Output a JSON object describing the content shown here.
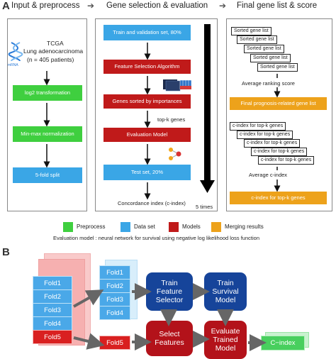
{
  "panel_a": {
    "letter": "A",
    "headers": [
      "Input & preprocess",
      "Gene selection & evaluation",
      "Final gene list & score"
    ],
    "header_arrow": "➔",
    "col1": {
      "tcga": "TCGA",
      "dataset": "Lung adenocarcinoma",
      "patients": "(n = 405 patients)",
      "mrna_label": "mRNA",
      "steps": [
        "log2 transformation",
        "Min-max normalization",
        "5-fold split"
      ]
    },
    "col2": {
      "train_val": "Train and validation set, 80%",
      "feature_sel": "Feature Selection Algorithm",
      "genes_sorted": "Genes sorted by importances",
      "topk": "top-k genes",
      "eval_model": "Evaluation Model",
      "test_set": "Test set, 20%",
      "cindex": "Concordance index (c-index)",
      "times": "5 times"
    },
    "col3": {
      "sorted_lists": [
        "Sorted gene list",
        "Sorted gene list",
        "Sorted gene list",
        "Sorted gene list",
        "Sorted gene list"
      ],
      "avg_rank": "Average ranking score",
      "final_list": "Final prognosis-related gene list",
      "cindex_lists": [
        "c-index for top-k genes",
        "c-index for top-k genes",
        "c-index for top-k genes",
        "c-index for top-k genes",
        "c-index for top-k genes"
      ],
      "avg_cindex": "Average c-index",
      "cindex_final": "c-index for top-k genes"
    },
    "legend": [
      {
        "label": "Preprocess",
        "color": "#3fcf3f"
      },
      {
        "label": "Data set",
        "color": "#3aa6e6"
      },
      {
        "label": "Models",
        "color": "#c01a1a"
      },
      {
        "label": "Merging results",
        "color": "#eda21b"
      }
    ],
    "eval_note": "Evaluation model : neural network for survival using negative log likelihood loss function"
  },
  "panel_b": {
    "letter": "B",
    "left_folds": [
      "Fold1",
      "Fold2",
      "Fold3",
      "Fold4",
      "Fold5"
    ],
    "mid_folds": [
      "Fold1",
      "Fold2",
      "Fold3",
      "Fold4"
    ],
    "test_fold": "Fold5",
    "train_feature_selector": "Train Feature Selector",
    "train_survival_model": "Train Survival Model",
    "select_features": "Select Features",
    "evaluate_trained_model": "Evaluate Trained Model",
    "cindex": "C−index"
  }
}
